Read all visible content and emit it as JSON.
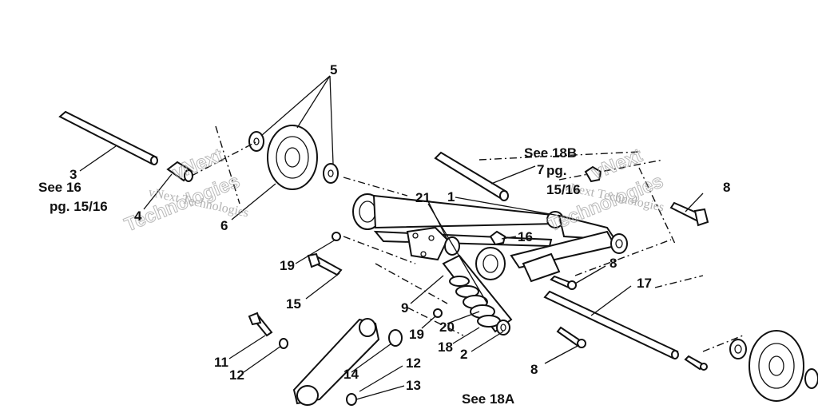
{
  "callouts": {
    "p1": "1",
    "p2": "2",
    "p3": "3",
    "p4": "4",
    "p5": "5",
    "p6": "6",
    "p7": "7",
    "p8a": "8",
    "p8b": "8",
    "p8c": "8",
    "p9": "9",
    "p11": "11",
    "p12a": "12",
    "p12b": "12",
    "p13": "13",
    "p14": "14",
    "p15": "15",
    "p16": "16",
    "p17": "17",
    "p18": "18",
    "p19a": "19",
    "p19b": "19",
    "p20": "20",
    "p21": "21"
  },
  "references": {
    "see16_line1": "See 16",
    "see16_line2": "pg. 15/16",
    "see18b_line1": "See 18B",
    "see18b_line2": "pg.",
    "see18b_line3": "15/16",
    "see18a": "See 18A"
  },
  "watermark": {
    "text_small": "vNext Technologies",
    "text_big_1": "vNext",
    "text_big_2": "Technologies"
  }
}
